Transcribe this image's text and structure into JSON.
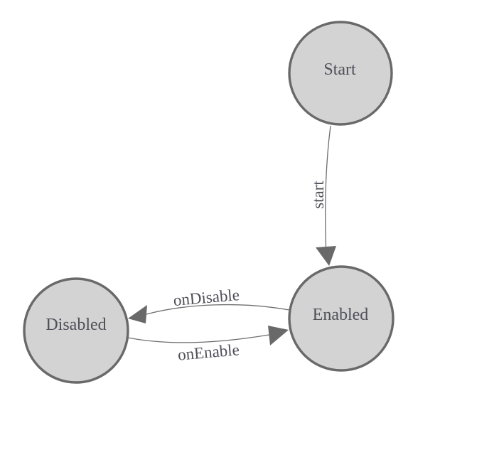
{
  "diagram": {
    "type": "state-machine",
    "colors": {
      "background": "#ffffff",
      "node_fill": "#d3d3d3",
      "node_stroke": "#696969",
      "edge_line": "#6e6e6e",
      "arrowhead": "#696969",
      "label_text": "#50505a"
    },
    "nodes": [
      {
        "label": "Start"
      },
      {
        "label": "Enabled"
      },
      {
        "label": "Disabled"
      }
    ],
    "edges": [
      {
        "label": "start",
        "from": "Start",
        "to": "Enabled"
      },
      {
        "label": "onDisable",
        "from": "Enabled",
        "to": "Disabled"
      },
      {
        "label": "onEnable",
        "from": "Disabled",
        "to": "Enabled"
      }
    ]
  }
}
